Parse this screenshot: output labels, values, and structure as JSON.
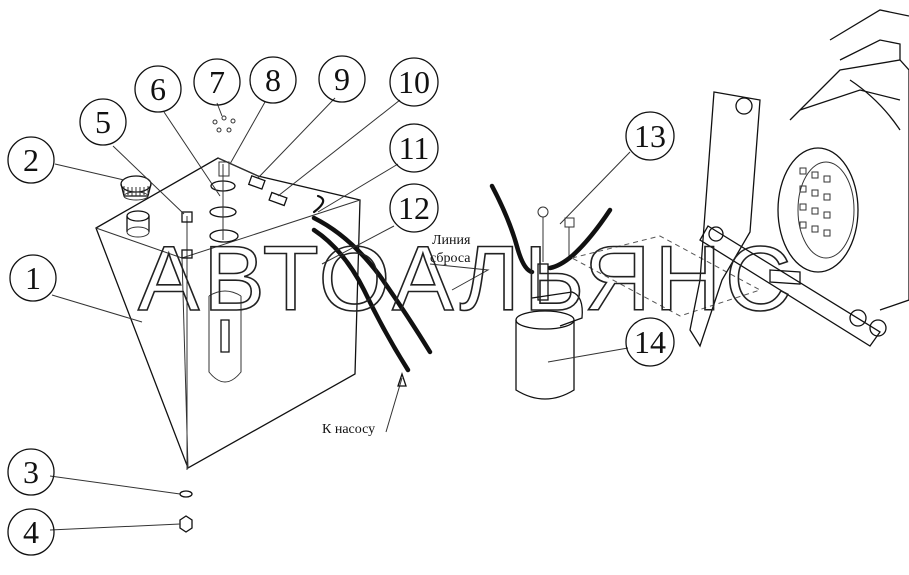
{
  "callouts": [
    {
      "id": "c1",
      "num": "1"
    },
    {
      "id": "c2",
      "num": "2"
    },
    {
      "id": "c3",
      "num": "3"
    },
    {
      "id": "c4",
      "num": "4"
    },
    {
      "id": "c5",
      "num": "5"
    },
    {
      "id": "c6",
      "num": "6"
    },
    {
      "id": "c7",
      "num": "7"
    },
    {
      "id": "c8",
      "num": "8"
    },
    {
      "id": "c9",
      "num": "9"
    },
    {
      "id": "c10",
      "num": "10"
    },
    {
      "id": "c11",
      "num": "11"
    },
    {
      "id": "c12",
      "num": "12"
    },
    {
      "id": "c13",
      "num": "13"
    },
    {
      "id": "c14",
      "num": "14"
    }
  ],
  "labels": {
    "return_line_1": "Линия",
    "return_line_2": "сброса",
    "to_pump": "К насосу"
  },
  "watermark": "АВТОАЛЬЯНС"
}
